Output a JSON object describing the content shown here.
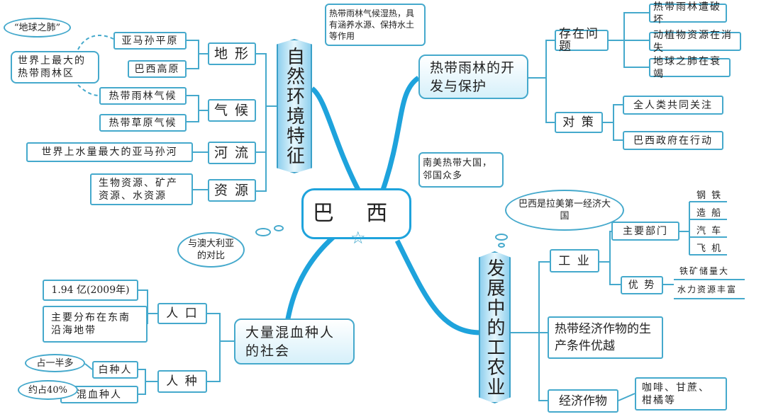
{
  "center": "巴 西",
  "nature": {
    "title": "自然环境特征",
    "terrain": {
      "label": "地 形",
      "items": [
        "亚马孙平原",
        "巴西高原"
      ]
    },
    "climate": {
      "label": "气 候",
      "items": [
        "热带雨林气候",
        "热带草原气候"
      ]
    },
    "river": {
      "label": "河 流",
      "item": "世界上水量最大的亚马孙河"
    },
    "resources": {
      "label": "资 源",
      "item": "生物资源、矿产资源、水资源"
    },
    "note": "世界上最大的热带雨林区",
    "note_bubble": "“地球之肺”"
  },
  "rainforest": {
    "title": "热带雨林的开发与保护",
    "bubble": "热带雨林气候湿热，具有涵养水源、保持水土等作用",
    "problems": {
      "label": "存在问题",
      "items": [
        "热带雨林遭破坏",
        "动植物资源在消失",
        "地球之肺在衰竭"
      ]
    },
    "measures": {
      "label": "对 策",
      "items": [
        "全人类共同关注",
        "巴西政府在行动"
      ]
    }
  },
  "south_bubble": "南美热带大国，邻国众多",
  "compare_bubble": "与澳大利亚的对比",
  "society": {
    "title": "大量混血种人的社会",
    "population": {
      "label": "人 口",
      "items": [
        "1.94 亿(2009年)",
        "主要分布在东南沿海地带"
      ]
    },
    "race": {
      "label": "人 种",
      "items": [
        "白种人",
        "混血种人"
      ],
      "notes": [
        "占一半多",
        "约占40%"
      ]
    }
  },
  "economy": {
    "title": "发展中的工农业",
    "bubble": "巴西是拉美第一经济大国",
    "industry": {
      "label": "工 业",
      "sectors_label": "主要部门",
      "sectors": [
        "钢 铁",
        "造 船",
        "汽 车",
        "飞 机"
      ],
      "adv_label": "优 势",
      "adv": [
        "铁矿储量大",
        "水力资源丰富"
      ]
    },
    "conditions": "热带经济作物的生产条件优越",
    "crops": {
      "label": "经济作物",
      "item": "咖啡、甘蔗、柑橘等"
    }
  }
}
